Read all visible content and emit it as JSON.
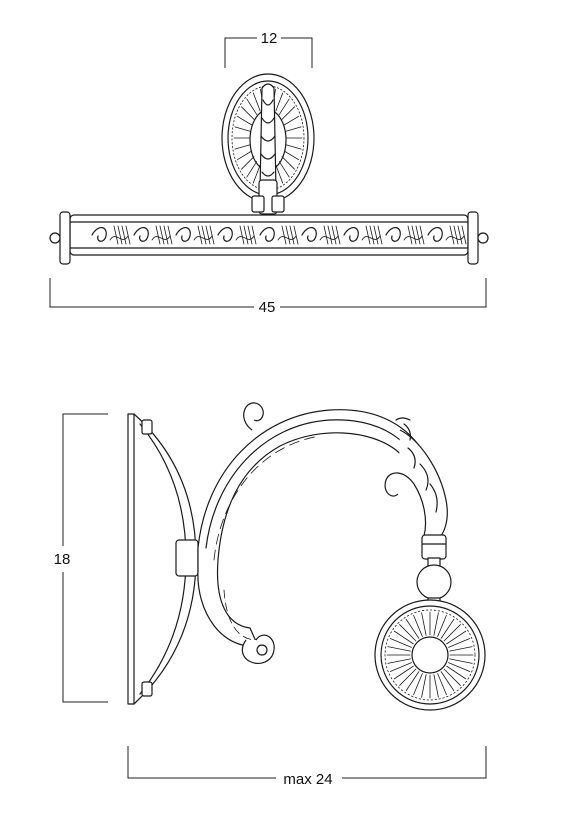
{
  "dimensions": {
    "top_width": "12",
    "total_length": "45",
    "height": "18",
    "max_depth": "max 24"
  },
  "colors": {
    "line": "#1a1a1a",
    "background": "#ffffff"
  }
}
